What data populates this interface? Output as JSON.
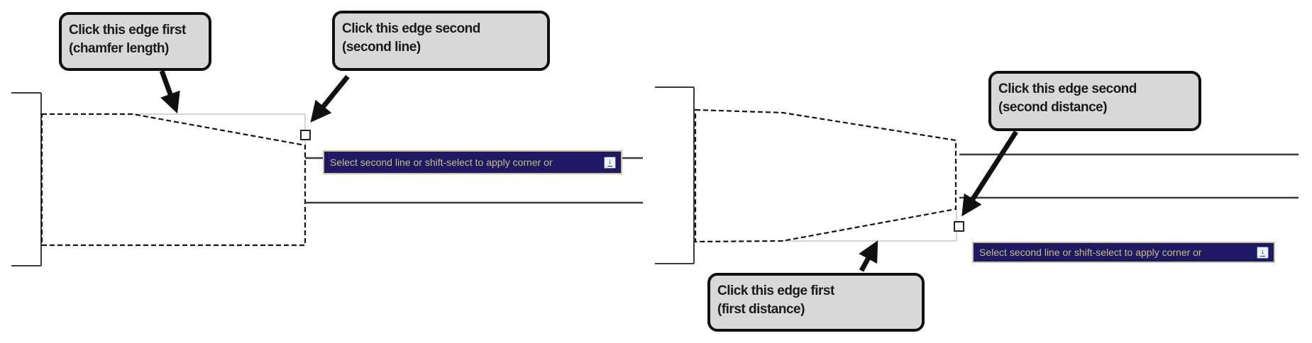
{
  "colors": {
    "callout_fill": "#d8d8d8",
    "callout_border": "#0f0f0f",
    "callout_text": "#1a1a1a",
    "tooltip_bg": "#1e1865",
    "tooltip_border": "#cdc399",
    "tooltip_text": "#c6c078",
    "line": "#3b3b3b",
    "dashed": "#141414",
    "faint": "#d4d4d4",
    "arrow": "#101010"
  },
  "left_figure": {
    "callout_first": {
      "line1": "Click this edge first",
      "line2": "(chamfer length)"
    },
    "callout_second": {
      "line1": "Click this edge second",
      "line2": "(second line)"
    },
    "tooltip": {
      "text": "Select second line or shift-select to apply corner or",
      "icon": "down-arrow-key-icon",
      "icon_glyph": "↓"
    }
  },
  "right_figure": {
    "callout_second": {
      "line1": "Click this edge second",
      "line2": "(second distance)"
    },
    "callout_first": {
      "line1": "Click this edge first",
      "line2": "(first distance)"
    },
    "tooltip": {
      "text": "Select second line or shift-select to apply corner or",
      "icon": "down-arrow-key-icon",
      "icon_glyph": "↓"
    }
  }
}
